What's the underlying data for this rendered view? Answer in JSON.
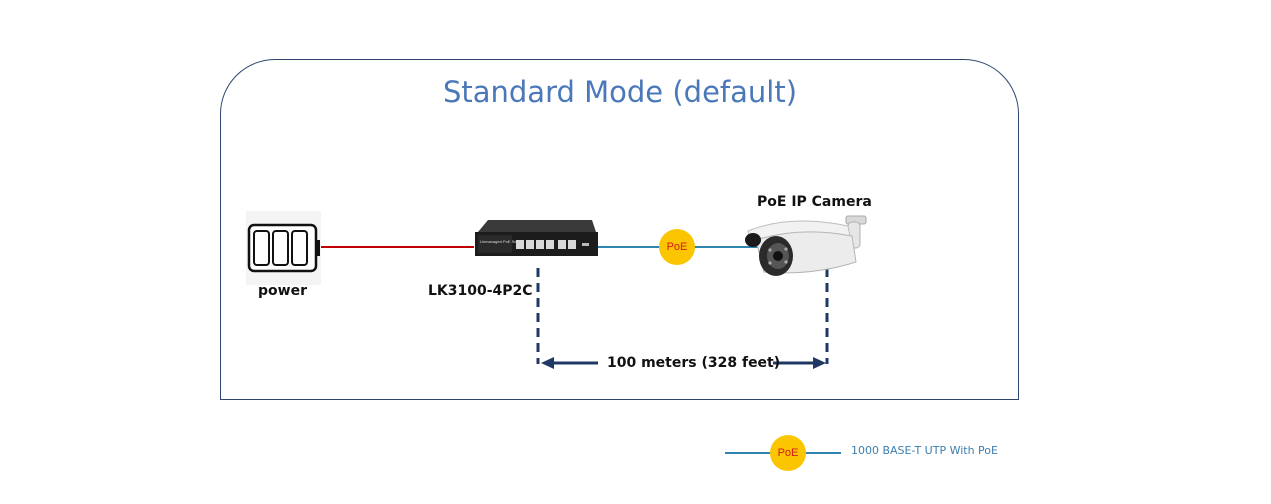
{
  "diagram": {
    "title": "Standard Mode (default)",
    "power_label": "power",
    "switch_label": "LK3100-4P2C",
    "camera_label": "PoE IP Camera",
    "distance_label": "100 meters (328 feet)",
    "poe_badge": "PoE",
    "switch_text": "Unmanaged PoE Switch"
  },
  "legend": {
    "badge": "PoE",
    "text": "1000 BASE-T UTP With PoE"
  },
  "colors": {
    "frame": "#2f4770",
    "title": "#4a78b8",
    "power_line": "#c00000",
    "data_line": "#2e86b0",
    "dashed_line": "#1f3864",
    "poe_fill": "#fbc500",
    "poe_text": "#d51a1a"
  }
}
